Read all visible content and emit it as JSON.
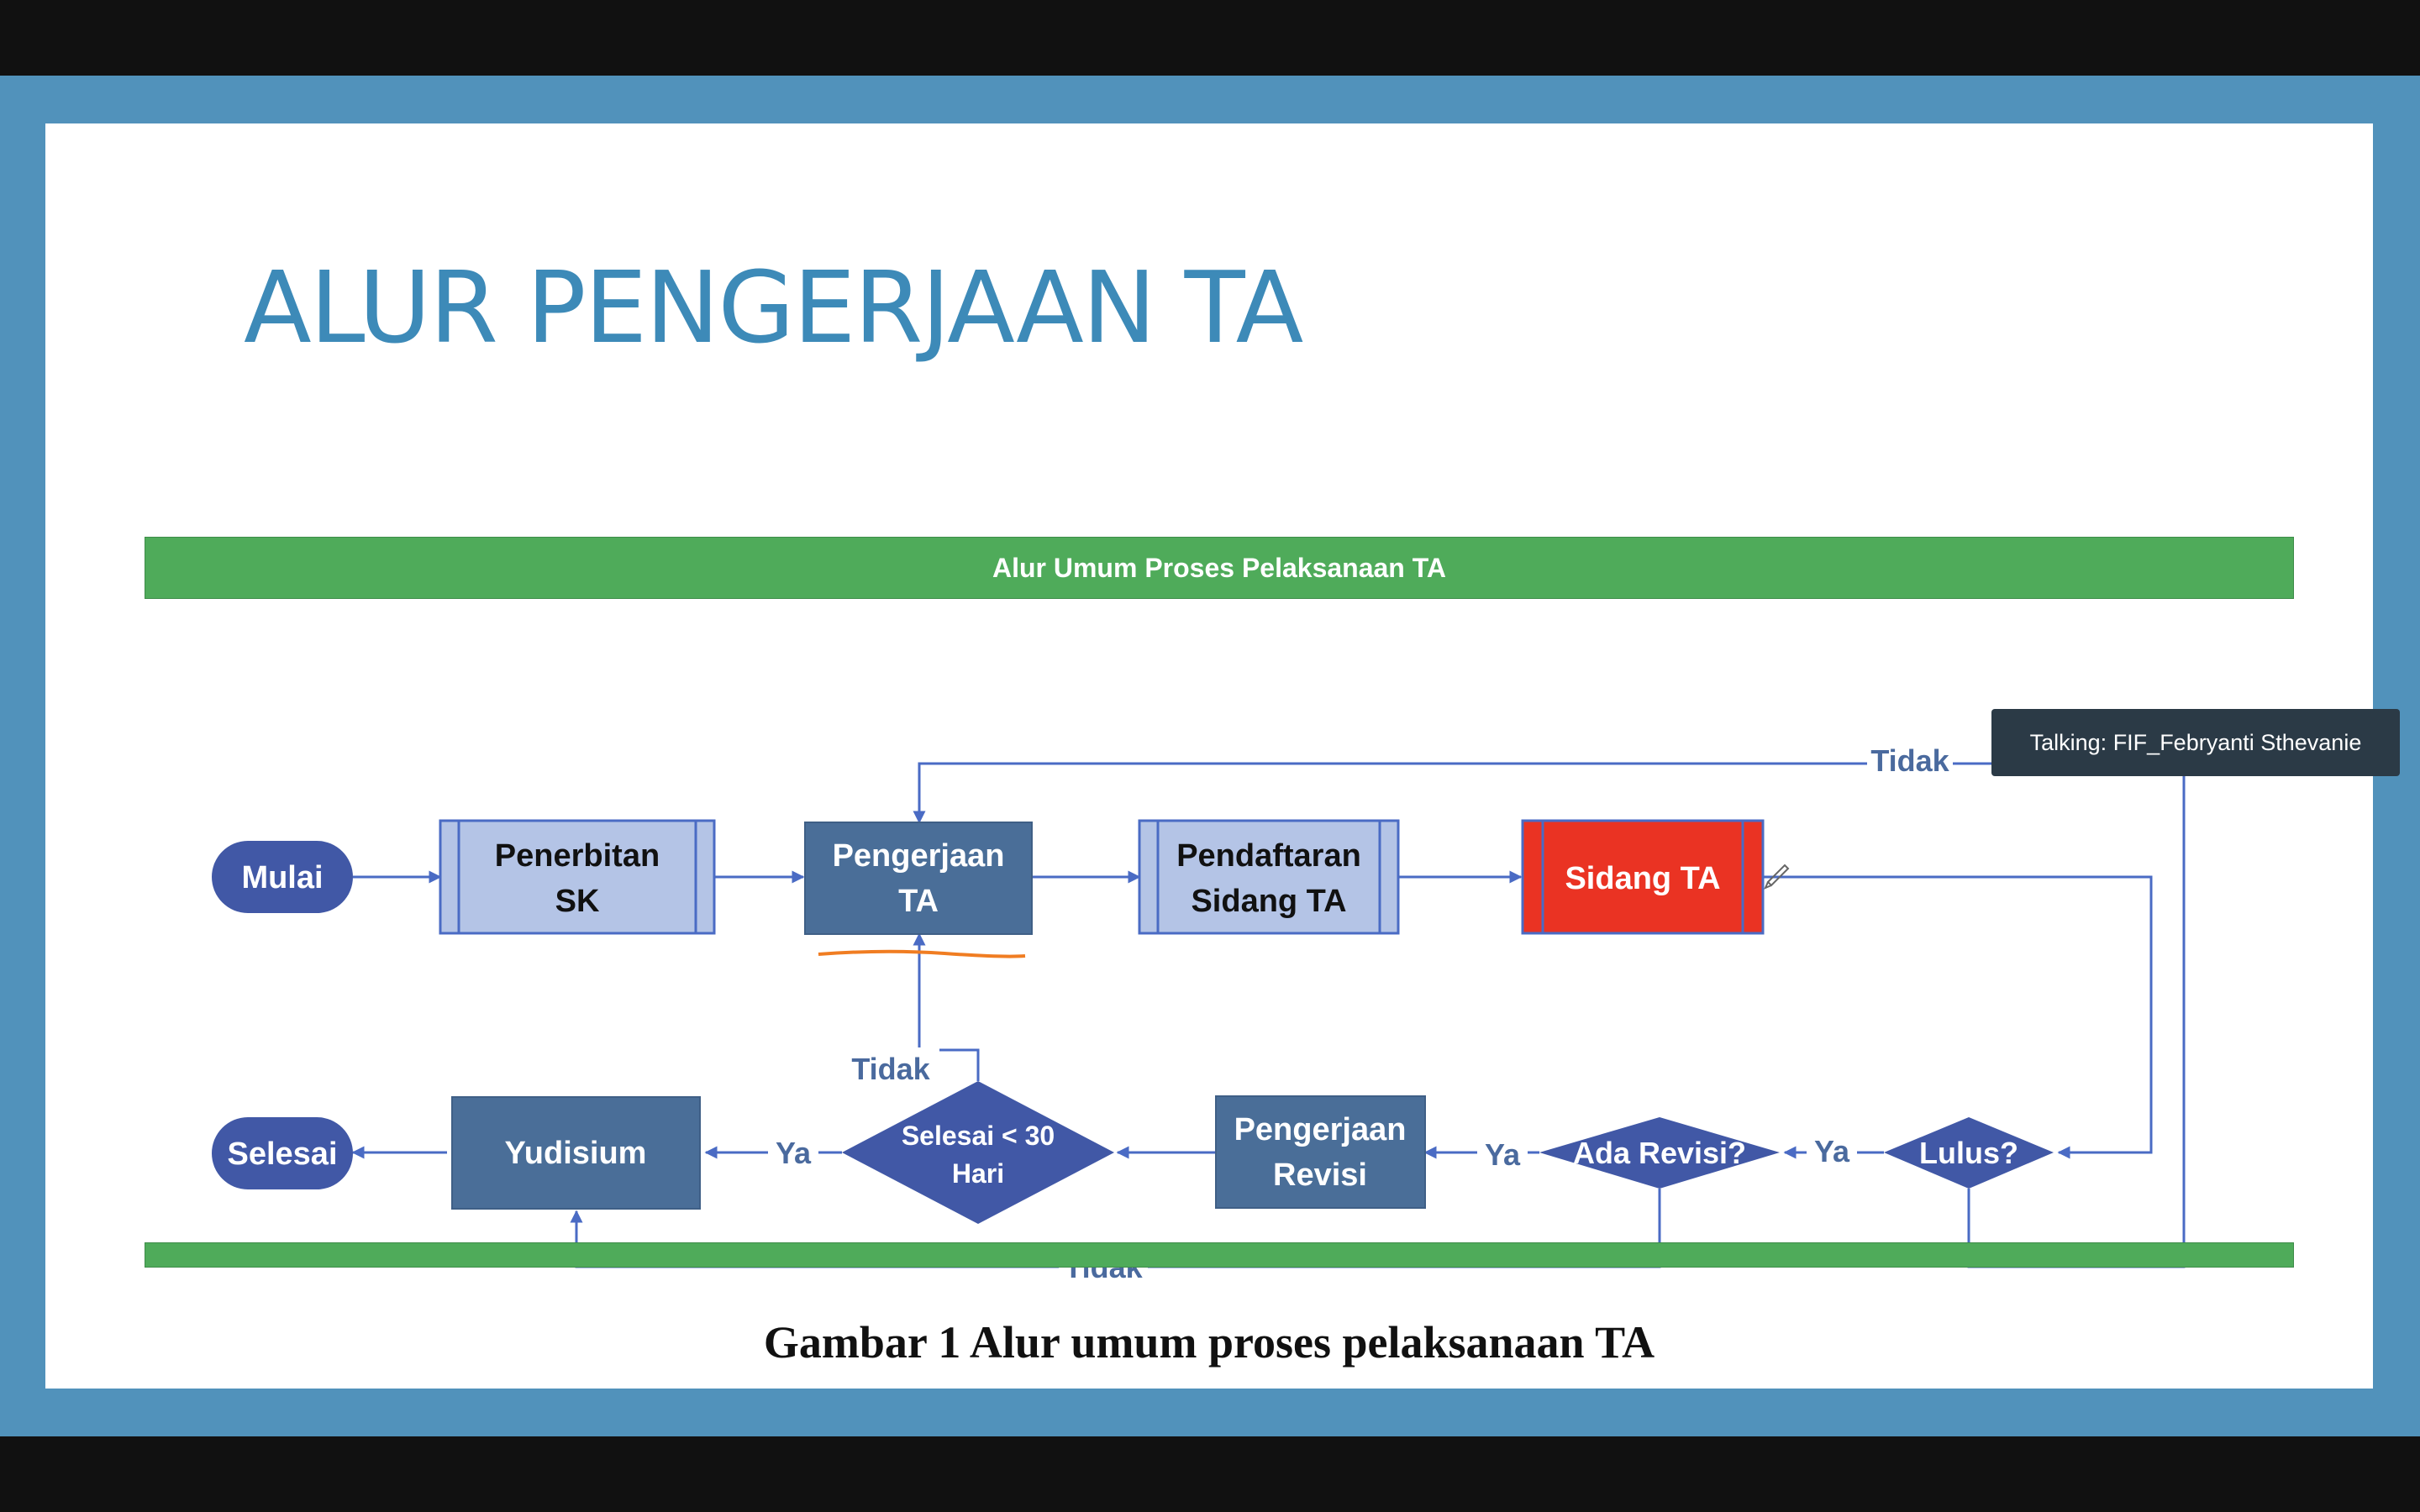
{
  "slide": {
    "title": "ALUR PENGERJAAN TA",
    "header_bar": "Alur Umum Proses Pelaksanaan TA",
    "caption": "Gambar 1 Alur umum proses pelaksanaan TA"
  },
  "flow": {
    "mulai": "Mulai",
    "penerbitan_1": "Penerbitan",
    "penerbitan_2": "SK",
    "pengerjaan_ta_1": "Pengerjaan",
    "pengerjaan_ta_2": "TA",
    "pendaftaran_1": "Pendaftaran",
    "pendaftaran_2": "Sidang TA",
    "sidang_ta": "Sidang TA",
    "lulus": "Lulus?",
    "ada_revisi": "Ada Revisi?",
    "pengerjaan_revisi_1": "Pengerjaan",
    "pengerjaan_revisi_2": "Revisi",
    "selesai30_1": "Selesai < 30",
    "selesai30_2": "Hari",
    "yudisium": "Yudisium",
    "selesai": "Selesai",
    "tidak_top": "Tidak",
    "tidak_mid": "Tidak",
    "tidak_bottom": "Tidak",
    "ya_lulus": "Ya",
    "ya_revisi": "Ya",
    "ya_selesai": "Ya"
  },
  "meeting": {
    "talking": "Talking: FIF_Febryanti Sthevanie"
  },
  "colors": {
    "frame": "#5192bb",
    "title": "#3d8ab8",
    "green_bar": "#4fab5a",
    "dark_box": "#4a6e98",
    "light_box": "#b4c4e6",
    "node_blue": "#4158a6",
    "sidang_red": "#ea3323",
    "arrow": "#4a6bc4",
    "annotation_underline": "#f07d22"
  }
}
